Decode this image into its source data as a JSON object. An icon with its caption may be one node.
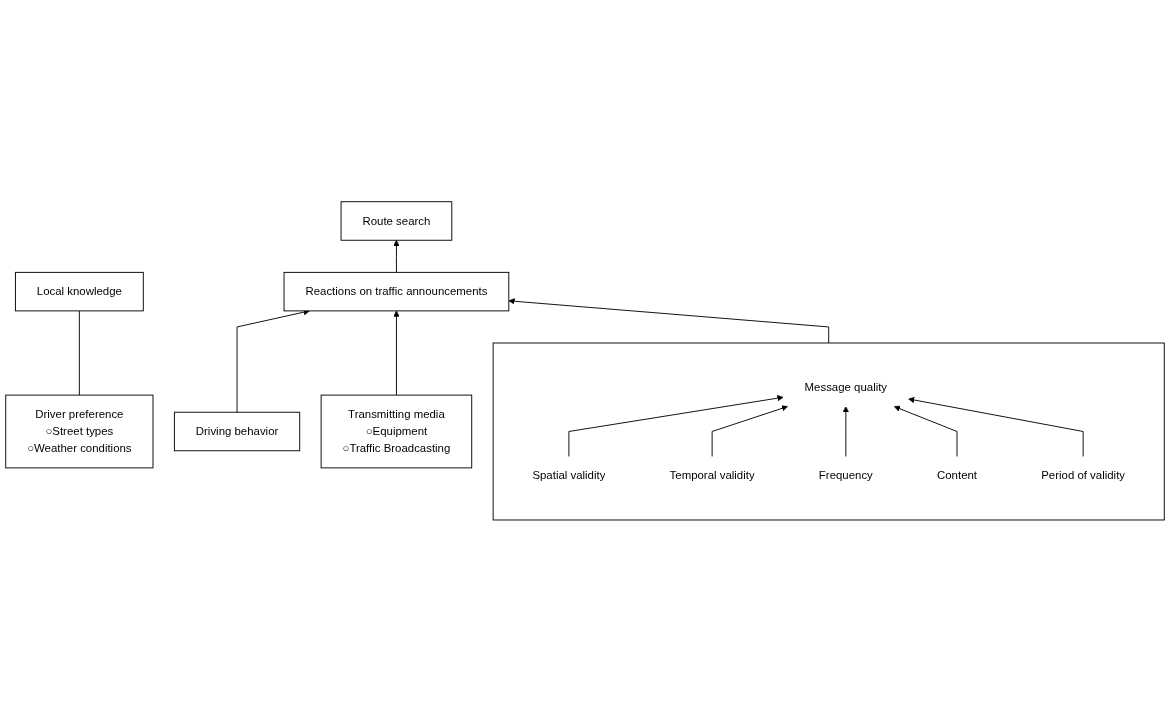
{
  "diagram": {
    "nodes": [
      {
        "text": [
          "Route search"
        ]
      },
      {
        "text": [
          "Driver preference",
          "○Street types",
          "○Weather conditions"
        ]
      },
      {
        "text": [
          "Local knowledge"
        ]
      },
      {
        "text": [
          "Reactions on traffic announcements"
        ]
      },
      {
        "text": [
          "Driving behavior"
        ]
      },
      {
        "text": [
          "Transmitting media",
          "○Equipment",
          "○Traffic Broadcasting"
        ]
      },
      {
        "text": [],
        "shape": "box"
      },
      {
        "text": [
          "Message quality"
        ],
        "in": 6
      },
      {
        "text": [
          "Spatial validity"
        ],
        "in": 6
      },
      {
        "text": [
          "Temporal validity"
        ],
        "in": 6
      },
      {
        "text": [
          "Frequency"
        ],
        "in": 6
      },
      {
        "text": [
          "Content"
        ],
        "in": 6
      },
      {
        "text": [
          "Period of validity"
        ],
        "in": 6
      }
    ],
    "edges": [
      {
        "from": 3,
        "to": 0,
        "arrow": "to"
      },
      {
        "from": 1,
        "to": 2,
        "arrow": "none"
      },
      {
        "from": 4,
        "to": 3,
        "arrow": "to"
      },
      {
        "from": 5,
        "to": 3,
        "arrow": "to"
      },
      {
        "from": 6,
        "to": 3,
        "arrow": "to"
      },
      {
        "from": 8,
        "to": 7,
        "arrow": "to"
      },
      {
        "from": 9,
        "to": 7,
        "arrow": "to"
      },
      {
        "from": 10,
        "to": 7,
        "arrow": "to"
      },
      {
        "from": 11,
        "to": 7,
        "arrow": "to"
      },
      {
        "from": 12,
        "to": 7,
        "arrow": "to"
      }
    ]
  }
}
